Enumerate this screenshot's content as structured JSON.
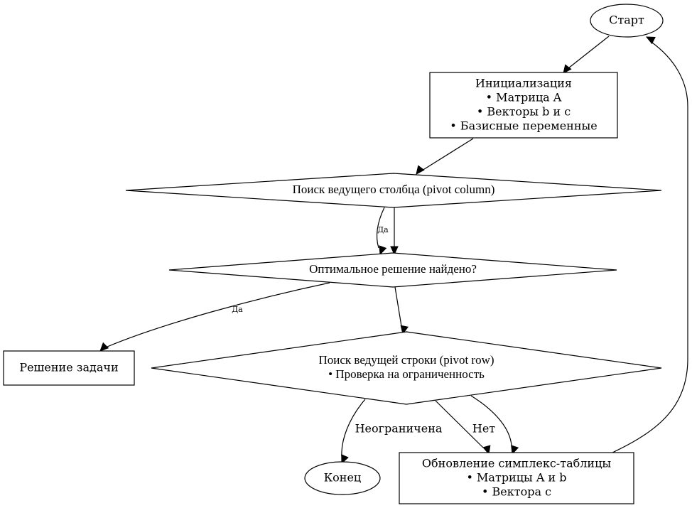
{
  "diagram": {
    "type": "flowchart",
    "nodes": [
      {
        "id": "start",
        "shape": "ellipse",
        "lines": [
          "Старт"
        ]
      },
      {
        "id": "init",
        "shape": "box",
        "lines": [
          "Инициализация",
          "• Матрица A",
          "• Векторы b и c",
          "• Базисные переменные"
        ]
      },
      {
        "id": "pivot_col",
        "shape": "diamond",
        "lines": [
          "Поиск ведущего столбца (pivot column)"
        ]
      },
      {
        "id": "optimal",
        "shape": "diamond",
        "lines": [
          "Оптимальное решение найдено?"
        ]
      },
      {
        "id": "solution",
        "shape": "box",
        "lines": [
          "Решение задачи"
        ]
      },
      {
        "id": "pivot_row",
        "shape": "diamond",
        "lines": [
          "Поиск ведущей строки (pivot row)",
          "• Проверка на ограниченность"
        ]
      },
      {
        "id": "end",
        "shape": "ellipse",
        "lines": [
          "Конец"
        ]
      },
      {
        "id": "update",
        "shape": "box",
        "lines": [
          "Обновление симплекс-таблицы",
          "• Матрицы A и b",
          "• Вектора c"
        ]
      }
    ],
    "edges": [
      {
        "from": "start",
        "to": "init",
        "label": ""
      },
      {
        "from": "init",
        "to": "pivot_col",
        "label": ""
      },
      {
        "from": "pivot_col",
        "to": "optimal",
        "label": "Да"
      },
      {
        "from": "pivot_col",
        "to": "optimal",
        "label": ""
      },
      {
        "from": "optimal",
        "to": "solution",
        "label": "Да"
      },
      {
        "from": "optimal",
        "to": "pivot_row",
        "label": ""
      },
      {
        "from": "pivot_row",
        "to": "end",
        "label": "Неограничена"
      },
      {
        "from": "pivot_row",
        "to": "update",
        "label": "Нет"
      },
      {
        "from": "pivot_row",
        "to": "update",
        "label": ""
      },
      {
        "from": "update",
        "to": "start",
        "label": ""
      }
    ]
  }
}
